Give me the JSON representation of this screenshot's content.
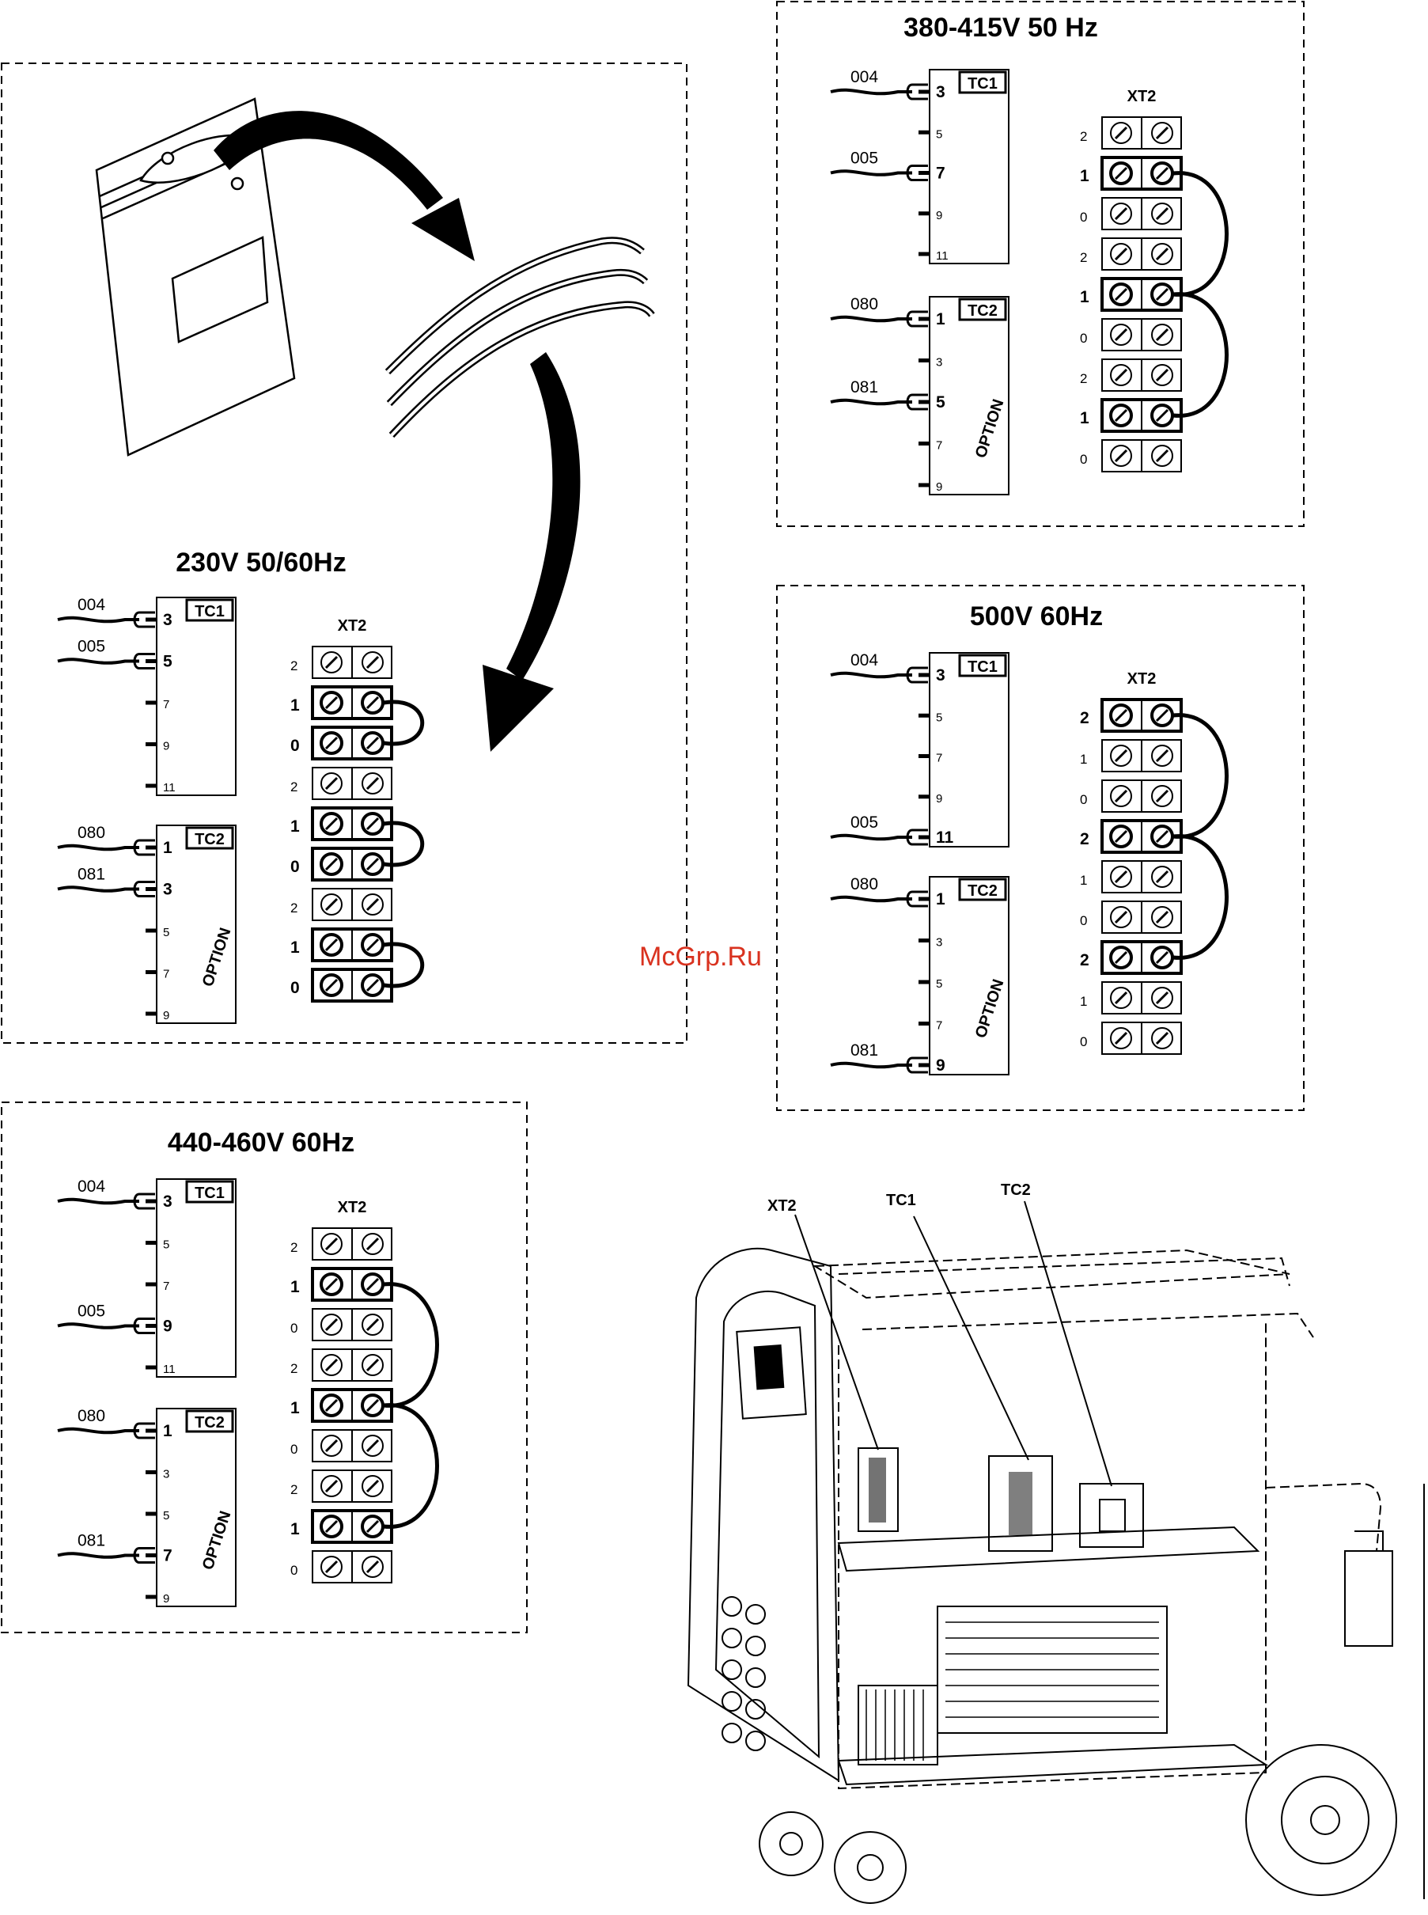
{
  "watermark": "McGrp.Ru",
  "panels": [
    {
      "title": "230V  50/60Hz",
      "tc1": {
        "label": "TC1",
        "pins": [
          "3",
          "5",
          "7",
          "9",
          "11"
        ],
        "bold": [
          true,
          true,
          false,
          false,
          false
        ],
        "wires": [
          {
            "label": "004",
            "pin": 0
          },
          {
            "label": "005",
            "pin": 1
          }
        ]
      },
      "tc2": {
        "label": "TC2",
        "pins": [
          "1",
          "3",
          "5",
          "7",
          "9"
        ],
        "bold": [
          true,
          true,
          false,
          false,
          false
        ],
        "wires": [
          {
            "label": "080",
            "pin": 0
          },
          {
            "label": "081",
            "pin": 1
          }
        ],
        "option": "OPTION"
      },
      "xt2": {
        "label": "XT2",
        "rows": [
          "2",
          "1",
          "0",
          "2",
          "1",
          "0",
          "2",
          "1",
          "0"
        ],
        "bold": [
          false,
          true,
          true,
          false,
          true,
          true,
          false,
          true,
          true
        ],
        "jumpers": [
          [
            1,
            2
          ],
          [
            4,
            5
          ],
          [
            7,
            8
          ]
        ]
      }
    },
    {
      "title": "380-415V 50 Hz",
      "tc1": {
        "label": "TC1",
        "pins": [
          "3",
          "5",
          "7",
          "9",
          "11"
        ],
        "bold": [
          true,
          false,
          true,
          false,
          false
        ],
        "wires": [
          {
            "label": "004",
            "pin": 0
          },
          {
            "label": "005",
            "pin": 2
          }
        ]
      },
      "tc2": {
        "label": "TC2",
        "pins": [
          "1",
          "3",
          "5",
          "7",
          "9"
        ],
        "bold": [
          true,
          false,
          true,
          false,
          false
        ],
        "wires": [
          {
            "label": "080",
            "pin": 0
          },
          {
            "label": "081",
            "pin": 2
          }
        ],
        "option": "OPTION"
      },
      "xt2": {
        "label": "XT2",
        "rows": [
          "2",
          "1",
          "0",
          "2",
          "1",
          "0",
          "2",
          "1",
          "0"
        ],
        "bold": [
          false,
          true,
          false,
          false,
          true,
          false,
          false,
          true,
          false
        ],
        "jumpers": [
          [
            1,
            4
          ],
          [
            4,
            7
          ]
        ]
      }
    },
    {
      "title": "500V  60Hz",
      "tc1": {
        "label": "TC1",
        "pins": [
          "3",
          "5",
          "7",
          "9",
          "11"
        ],
        "bold": [
          true,
          false,
          false,
          false,
          true
        ],
        "wires": [
          {
            "label": "004",
            "pin": 0
          },
          {
            "label": "005",
            "pin": 4
          }
        ]
      },
      "tc2": {
        "label": "TC2",
        "pins": [
          "1",
          "3",
          "5",
          "7",
          "9"
        ],
        "bold": [
          true,
          false,
          false,
          false,
          true
        ],
        "wires": [
          {
            "label": "080",
            "pin": 0
          },
          {
            "label": "081",
            "pin": 4
          }
        ],
        "option": "OPTION"
      },
      "xt2": {
        "label": "XT2",
        "rows": [
          "2",
          "1",
          "0",
          "2",
          "1",
          "0",
          "2",
          "1",
          "0"
        ],
        "bold": [
          true,
          false,
          false,
          true,
          false,
          false,
          true,
          false,
          false
        ],
        "jumpers": [
          [
            0,
            3
          ],
          [
            3,
            6
          ]
        ]
      }
    },
    {
      "title": "440-460V  60Hz",
      "tc1": {
        "label": "TC1",
        "pins": [
          "3",
          "5",
          "7",
          "9",
          "11"
        ],
        "bold": [
          true,
          false,
          false,
          true,
          false
        ],
        "wires": [
          {
            "label": "004",
            "pin": 0
          },
          {
            "label": "005",
            "pin": 3
          }
        ]
      },
      "tc2": {
        "label": "TC2",
        "pins": [
          "1",
          "3",
          "5",
          "7",
          "9"
        ],
        "bold": [
          true,
          false,
          false,
          true,
          false
        ],
        "wires": [
          {
            "label": "080",
            "pin": 0
          },
          {
            "label": "081",
            "pin": 3
          }
        ],
        "option": "OPTION"
      },
      "xt2": {
        "label": "XT2",
        "rows": [
          "2",
          "1",
          "0",
          "2",
          "1",
          "0",
          "2",
          "1",
          "0"
        ],
        "bold": [
          false,
          true,
          false,
          false,
          true,
          false,
          false,
          true,
          false
        ],
        "jumpers": [
          [
            1,
            4
          ],
          [
            4,
            7
          ]
        ]
      }
    }
  ],
  "machine": {
    "callouts": [
      "XT2",
      "TC1",
      "TC2"
    ]
  }
}
